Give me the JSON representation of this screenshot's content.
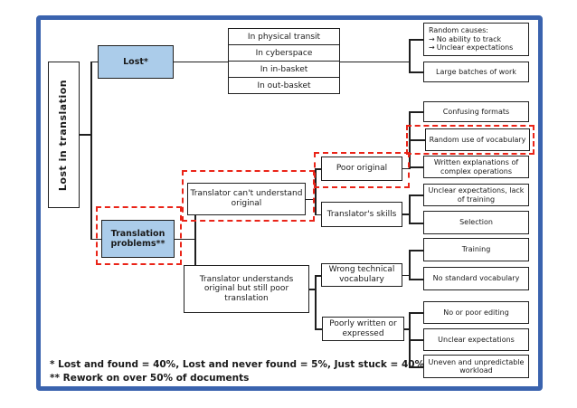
{
  "colors": {
    "frame_blue": "#3a63ae",
    "node_blue": "#abccea",
    "dash_red": "#ea2418",
    "line_black": "#1f1f1f"
  },
  "root": {
    "label": "Lost in translation"
  },
  "lost": {
    "label": "Lost*"
  },
  "translation_problems": {
    "label": "Translation problems**"
  },
  "transit": {
    "items": [
      {
        "label": "In physical transit"
      },
      {
        "label": "In cyberspace"
      },
      {
        "label": "In in-basket"
      },
      {
        "label": "In out-basket"
      }
    ]
  },
  "mid": {
    "cant_understand": {
      "label": "Translator can't understand original"
    },
    "understands_poor": {
      "label": "Translator understands original but still poor translation"
    },
    "poor_original": {
      "label": "Poor original"
    },
    "translators_skills": {
      "label": "Translator's skills"
    },
    "wrong_vocabulary": {
      "label": "Wrong technical vocabulary"
    },
    "poorly_written": {
      "label": "Poorly written or expressed"
    }
  },
  "leaves": {
    "random_causes": {
      "title": "Random causes:",
      "arrow": "→",
      "items": [
        {
          "label": "No ability to track"
        },
        {
          "label": "Unclear expectations"
        }
      ]
    },
    "large_batches": {
      "label": "Large batches of work"
    },
    "confusing_formats": {
      "label": "Confusing formats"
    },
    "random_vocabulary": {
      "label": "Random use of vocabulary"
    },
    "written_explanations": {
      "label": "Written explanations of complex operations"
    },
    "unclear_lack_training": {
      "label": "Unclear expectations, lack of training"
    },
    "selection": {
      "label": "Selection"
    },
    "training": {
      "label": "Training"
    },
    "no_standard_vocabulary": {
      "label": "No standard vocabulary"
    },
    "no_poor_editing": {
      "label": "No or poor editing"
    },
    "unclear_expectations": {
      "label": "Unclear expectations"
    },
    "uneven_workload": {
      "label": "Uneven and unpredictable workload"
    }
  },
  "footnotes": {
    "line1": "* Lost and found = 40%, Lost and never found = 5%, Just stuck = 40%",
    "line2": "** Rework on over 50% of documents"
  }
}
